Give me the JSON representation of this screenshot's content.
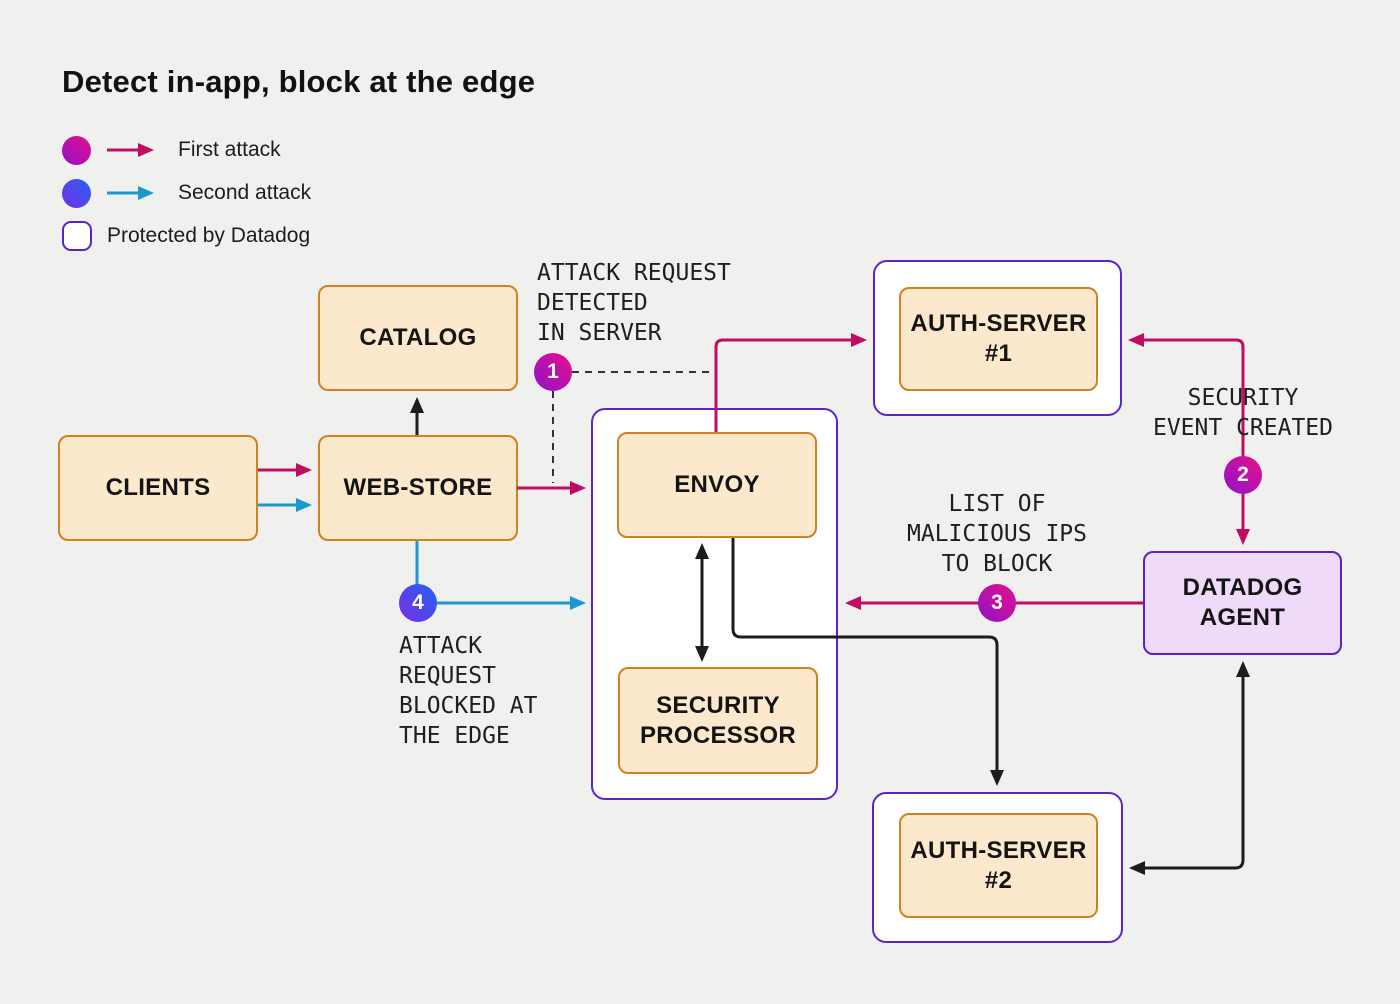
{
  "title": "Detect in-app, block at the edge",
  "legend": {
    "first_attack": "First attack",
    "second_attack": "Second attack",
    "protected": "Protected by Datadog"
  },
  "nodes": {
    "clients": {
      "label": "CLIENTS"
    },
    "web_store": {
      "label": "WEB-STORE"
    },
    "catalog": {
      "label": "CATALOG"
    },
    "envoy": {
      "label": "ENVOY"
    },
    "security_processor": {
      "line1": "SECURITY",
      "line2": "PROCESSOR"
    },
    "auth_server_1": {
      "line1": "AUTH-SERVER",
      "line2": "#1"
    },
    "auth_server_2": {
      "line1": "AUTH-SERVER",
      "line2": "#2"
    },
    "datadog_agent": {
      "line1": "DATADOG",
      "line2": "AGENT"
    }
  },
  "badges": {
    "one": "1",
    "two": "2",
    "three": "3",
    "four": "4"
  },
  "annotations": {
    "attack_detected": {
      "lines": [
        "ATTACK REQUEST",
        "DETECTED",
        "IN SERVER"
      ]
    },
    "security_event": {
      "lines": [
        "SECURITY",
        "EVENT CREATED"
      ]
    },
    "malicious_ips": {
      "lines": [
        "LIST OF",
        "MALICIOUS IPS",
        "TO BLOCK"
      ]
    },
    "attack_blocked": {
      "lines": [
        "ATTACK",
        "REQUEST",
        "BLOCKED AT",
        "THE EDGE"
      ]
    }
  },
  "colors": {
    "background": "#f0f0ee",
    "first_attack_arrow": "#bf0d60",
    "second_attack_arrow": "#1b97d2",
    "protected_border": "#5e23c9",
    "node_border": "#d0821f",
    "node_fill": "#fce9cd",
    "agent_fill": "#efdbf9",
    "connector_black": "#1c1c1c",
    "badge_pink_gradient_start": "#8d13c9",
    "badge_pink_gradient_end": "#e90f8a",
    "badge_blue_gradient_start": "#7a2ee2",
    "badge_blue_gradient_end": "#2362f5"
  }
}
